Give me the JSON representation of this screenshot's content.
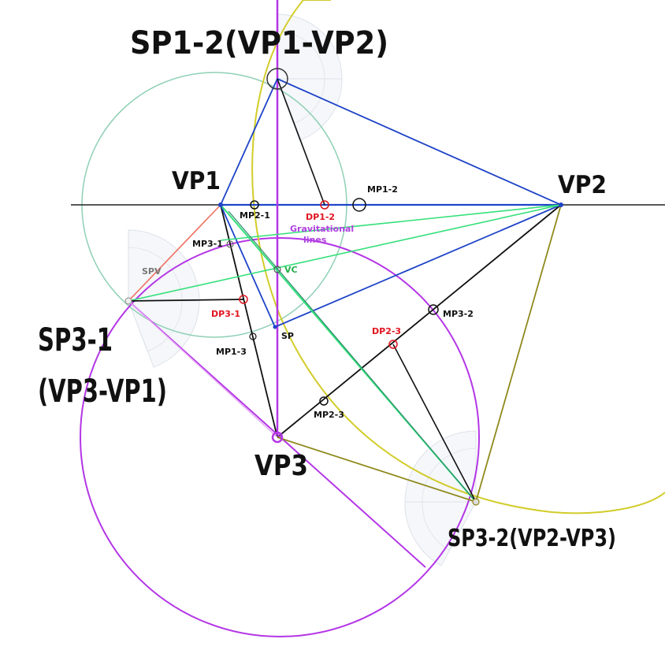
{
  "labels": {
    "sp12": "SP1-2(VP1-VP2)",
    "vp1": "VP1",
    "vp2": "VP2",
    "vp3": "VP3",
    "sp31_line1": "SP3-1",
    "sp31_line2": "(VP3-VP1)",
    "sp32": "SP3-2(VP2-VP3)",
    "mp21": "MP2-1",
    "dp12": "DP1-2",
    "mp12": "MP1-2",
    "gravitational_line1": "Gravitational",
    "gravitational_line2": "lines",
    "mp31": "MP3-1",
    "spv": "SPV",
    "vc": "VC",
    "dp31": "DP3-1",
    "mp13": "MP1-3",
    "sp": "SP",
    "dp23": "DP2-3",
    "mp32": "MP3-2",
    "mp23": "MP2-3"
  },
  "colors": {
    "horizon": "#222222",
    "blue": "#1f44c8",
    "green": "#33e07a",
    "purple": "#b436e6",
    "olive": "#8f8a1c",
    "yellow": "#d2cc2a",
    "teal_circle": "#8fd0b5",
    "red_label": "#e0141e",
    "vc_label": "#22b04a",
    "gravitational_label": "#b040e0"
  }
}
